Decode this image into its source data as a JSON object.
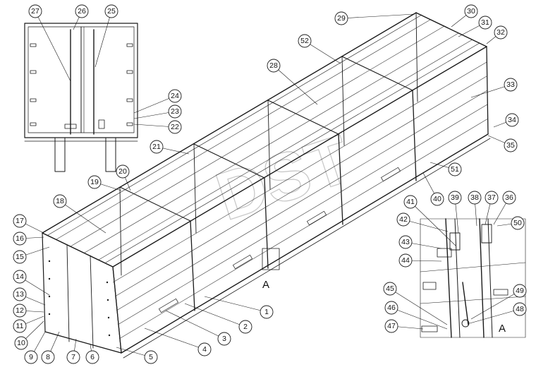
{
  "figure": {
    "view_marks": [
      "A",
      "A"
    ],
    "watermark": "DST"
  },
  "callouts": [
    "1",
    "2",
    "3",
    "4",
    "5",
    "6",
    "7",
    "8",
    "9",
    "10",
    "11",
    "12",
    "13",
    "14",
    "15",
    "16",
    "17",
    "18",
    "19",
    "20",
    "21",
    "22",
    "23",
    "24",
    "25",
    "26",
    "27",
    "28",
    "29",
    "30",
    "31",
    "32",
    "33",
    "34",
    "35",
    "36",
    "37",
    "38",
    "39",
    "40",
    "41",
    "42",
    "43",
    "44",
    "45",
    "46",
    "47",
    "48",
    "49",
    "50",
    "51",
    "52"
  ]
}
